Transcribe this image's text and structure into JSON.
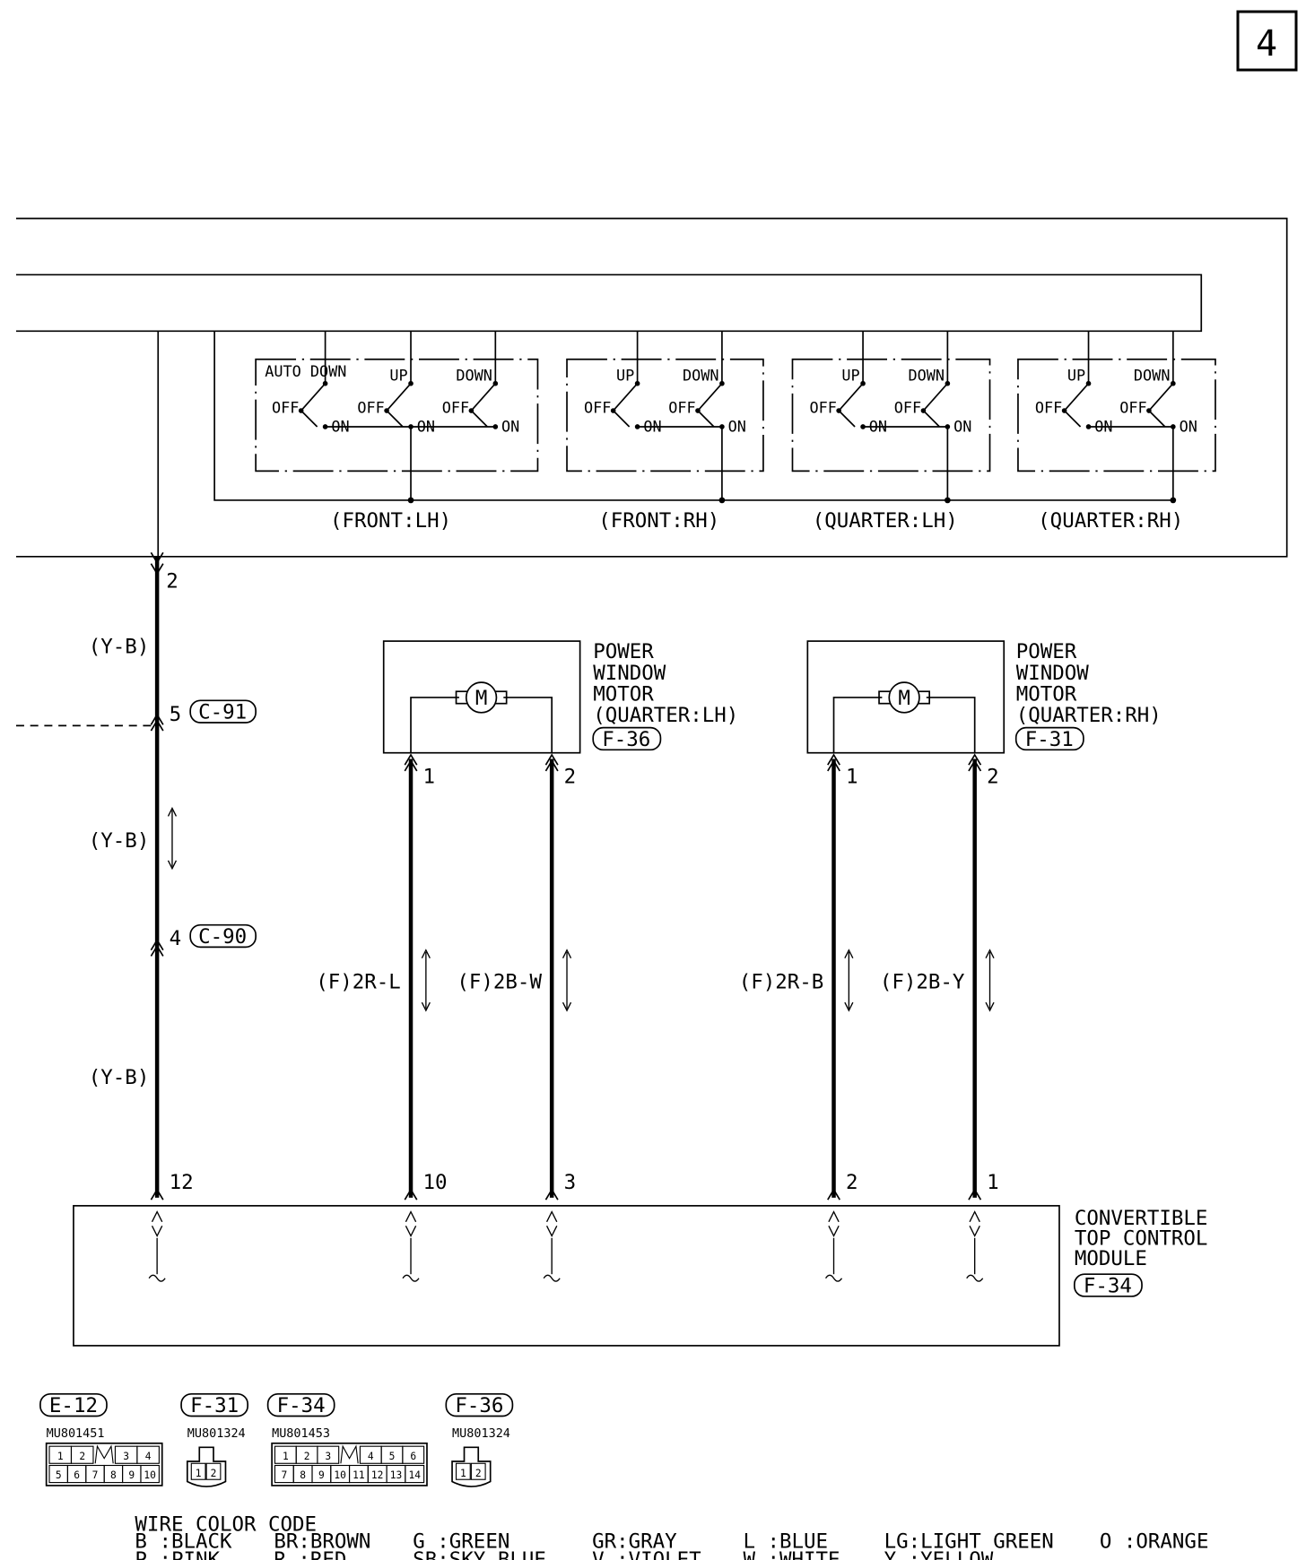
{
  "page_number": "4",
  "switch_panel": {
    "switches": [
      {
        "top_labels": [
          "AUTO DOWN",
          "UP",
          "DOWN"
        ],
        "off_label": "OFF",
        "on_label": "ON",
        "position": "(FRONT:LH)"
      },
      {
        "top_labels": [
          "UP",
          "DOWN"
        ],
        "off_label": "OFF",
        "on_label": "ON",
        "position": "(FRONT:RH)"
      },
      {
        "top_labels": [
          "UP",
          "DOWN"
        ],
        "off_label": "OFF",
        "on_label": "ON",
        "position": "(QUARTER:LH)"
      },
      {
        "top_labels": [
          "UP",
          "DOWN"
        ],
        "off_label": "OFF",
        "on_label": "ON",
        "position": "(QUARTER:RH)"
      }
    ]
  },
  "left_harness": {
    "top_pin": "2",
    "wire_color_1": "(Y-B)",
    "pin_c91": "5",
    "connector_c91": "C-91",
    "wire_color_2": "(Y-B)",
    "pin_c90": "4",
    "connector_c90": "C-90",
    "wire_color_3": "(Y-B)",
    "bottom_pin": "12"
  },
  "motors": [
    {
      "title_lines": [
        "POWER",
        "WINDOW",
        "MOTOR",
        "(QUARTER:LH)"
      ],
      "connector": "F-36",
      "motor_symbol": "M",
      "pin_left": "1",
      "pin_right": "2",
      "wire_left": "(F)2R-L",
      "wire_right": "(F)2B-W",
      "module_pin_left": "10",
      "module_pin_right": "3"
    },
    {
      "title_lines": [
        "POWER",
        "WINDOW",
        "MOTOR",
        "(QUARTER:RH)"
      ],
      "connector": "F-31",
      "motor_symbol": "M",
      "pin_left": "1",
      "pin_right": "2",
      "wire_left": "(F)2R-B",
      "wire_right": "(F)2B-Y",
      "module_pin_left": "2",
      "module_pin_right": "1"
    }
  ],
  "module": {
    "title_lines": [
      "CONVERTIBLE",
      "TOP CONTROL",
      "MODULE"
    ],
    "connector": "F-34"
  },
  "connector_legend": [
    {
      "id": "E-12",
      "part": "MU801451",
      "rows": [
        [
          "1",
          "2",
          "",
          "3",
          "4"
        ],
        [
          "5",
          "6",
          "7",
          "8",
          "9",
          "10"
        ]
      ]
    },
    {
      "id": "F-31",
      "part": "MU801324",
      "rows": [
        [
          "1",
          "2"
        ]
      ]
    },
    {
      "id": "F-34",
      "part": "MU801453",
      "rows": [
        [
          "1",
          "2",
          "3",
          "",
          "4",
          "5",
          "6"
        ],
        [
          "7",
          "8",
          "9",
          "10",
          "11",
          "12",
          "13",
          "14"
        ]
      ]
    },
    {
      "id": "F-36",
      "part": "MU801324",
      "rows": [
        [
          "1",
          "2"
        ]
      ]
    }
  ],
  "wire_color_code": {
    "title": "WIRE COLOR CODE",
    "entries": [
      "B :BLACK",
      "BR:BROWN",
      "G :GREEN",
      "GR:GRAY",
      "L :BLUE",
      "LG:LIGHT GREEN",
      "O :ORANGE",
      "P :PINK",
      "R :RED",
      "SB:SKY BLUE",
      "V :VIOLET",
      "W :WHITE",
      "Y :YELLOW"
    ]
  }
}
